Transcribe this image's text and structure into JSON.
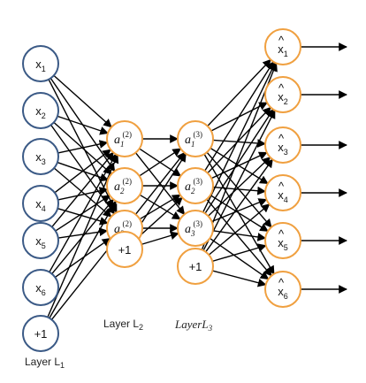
{
  "colors": {
    "input_node": "#3b5a86",
    "hidden_node": "#f0a040",
    "output_node": "#f0a040",
    "edge": "#000000"
  },
  "layers": {
    "input": {
      "nodes": [
        {
          "base": "x",
          "sub": "1"
        },
        {
          "base": "x",
          "sub": "2"
        },
        {
          "base": "x",
          "sub": "3"
        },
        {
          "base": "x",
          "sub": "4"
        },
        {
          "base": "x",
          "sub": "5"
        },
        {
          "base": "x",
          "sub": "6"
        }
      ],
      "bias": "+1",
      "label": {
        "text": "Layer L",
        "sub": "1"
      }
    },
    "hidden2": {
      "nodes": [
        {
          "base": "a",
          "sub": "1",
          "sup": "(2)"
        },
        {
          "base": "a",
          "sub": "2",
          "sup": "(2)"
        },
        {
          "base": "a",
          "sub": "3",
          "sup": "(2)"
        }
      ],
      "bias": "+1",
      "label": {
        "text": "Layer L",
        "sub": "2"
      }
    },
    "hidden3": {
      "nodes": [
        {
          "base": "a",
          "sub": "1",
          "sup": "(3)"
        },
        {
          "base": "a",
          "sub": "2",
          "sup": "(3)"
        },
        {
          "base": "a",
          "sub": "3",
          "sup": "(3)"
        }
      ],
      "bias": "+1",
      "label": {
        "text": "LayerL",
        "sub": "3"
      }
    },
    "output": {
      "nodes": [
        {
          "base": "x",
          "sub": "1",
          "hat": "^"
        },
        {
          "base": "x",
          "sub": "2",
          "hat": "^"
        },
        {
          "base": "x",
          "sub": "3",
          "hat": "^"
        },
        {
          "base": "x",
          "sub": "4",
          "hat": "^"
        },
        {
          "base": "x",
          "sub": "5",
          "hat": "^"
        },
        {
          "base": "x",
          "sub": "6",
          "hat": "^"
        }
      ]
    }
  }
}
